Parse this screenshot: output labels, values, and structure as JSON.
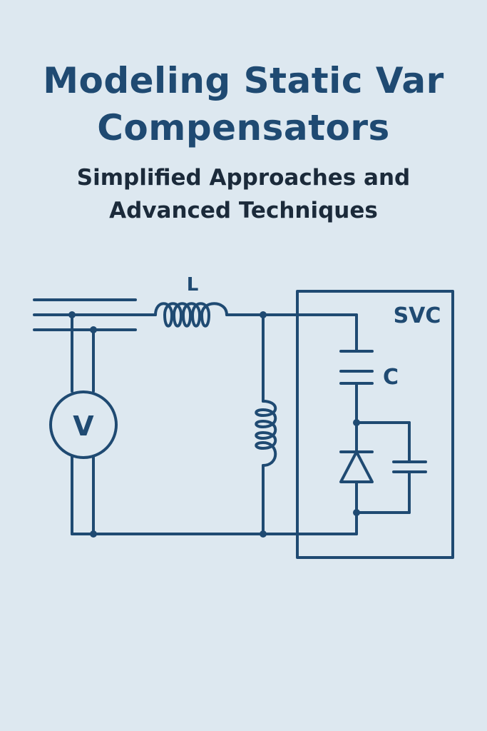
{
  "title": {
    "line1": "Modeling Static Var",
    "line2": "Compensators"
  },
  "subtitle": {
    "line1": "Simplified Approaches and",
    "line2": "Advanced Techniques"
  },
  "diagram": {
    "labels": {
      "inductor": "L",
      "svc": "SVC",
      "capacitor": "C",
      "voltmeter": "V"
    },
    "colors": {
      "line": "#1f4a72",
      "background": "#dde8f0"
    }
  }
}
